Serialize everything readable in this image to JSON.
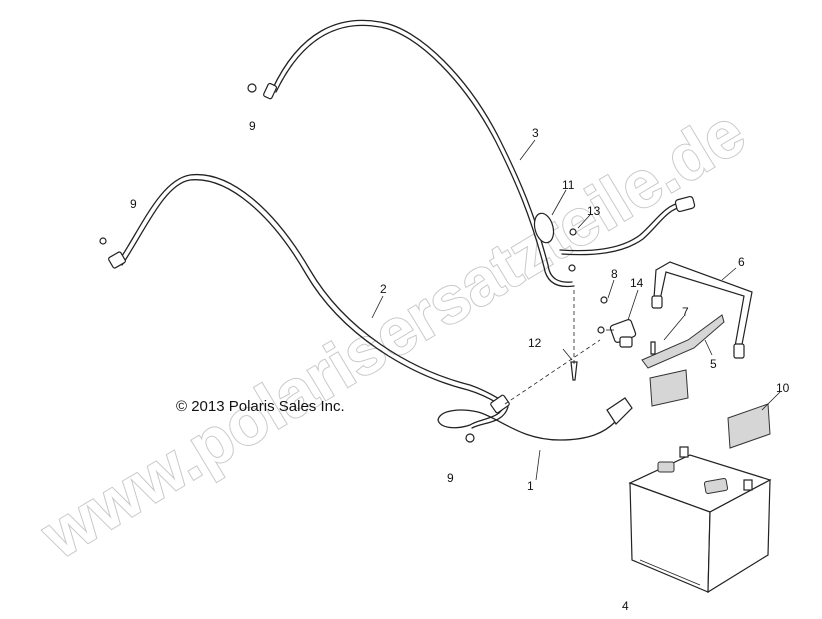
{
  "diagram": {
    "copyright": "© 2013 Polaris Sales Inc.",
    "watermark": "www.polarisersatzteile.de",
    "callouts": {
      "c1": "1",
      "c2": "2",
      "c3": "3",
      "c4": "4",
      "c5": "5",
      "c6": "6",
      "c7": "7",
      "c8": "8",
      "c9a": "9",
      "c9b": "9",
      "c9c": "9",
      "c10": "10",
      "c11": "11",
      "c12": "12",
      "c13": "13",
      "c14": "14"
    }
  }
}
